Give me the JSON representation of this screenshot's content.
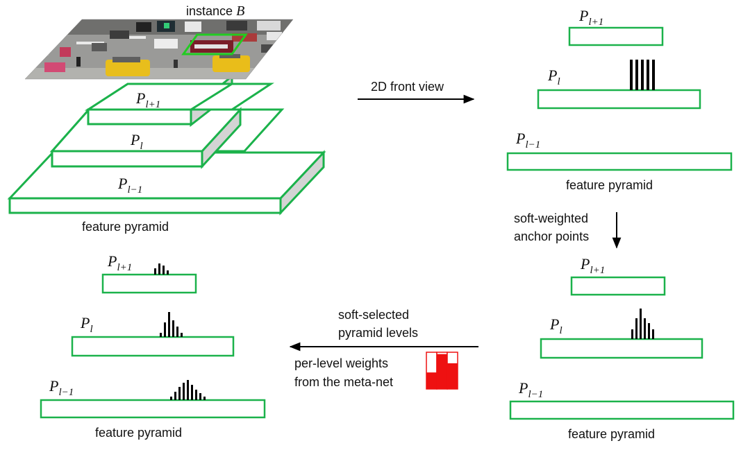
{
  "colors": {
    "box_stroke": "#1bb24b",
    "side_face": "#d4d4d4",
    "bars": "#000000",
    "arrow": "#000000",
    "meta_net": "#ee1111"
  },
  "labels": {
    "instance": "instance",
    "instance_var": "B",
    "level_upper": {
      "base": "P",
      "sub": "l+1"
    },
    "level_mid": {
      "base": "P",
      "sub": "l"
    },
    "level_lower": {
      "base": "P",
      "sub": "l−1"
    },
    "feature_pyramid": "feature pyramid",
    "front_view": "2D front view",
    "soft_weighted_1": "soft-weighted",
    "soft_weighted_2": "anchor points",
    "soft_selected_1": "soft-selected",
    "soft_selected_2": "pyramid levels",
    "per_level_1": "per-level weights",
    "per_level_2": "from the meta-net"
  },
  "image_icons": [
    "traffic-scene-photo"
  ],
  "meta_net_weights": [
    0.45,
    0.95,
    0.7
  ]
}
